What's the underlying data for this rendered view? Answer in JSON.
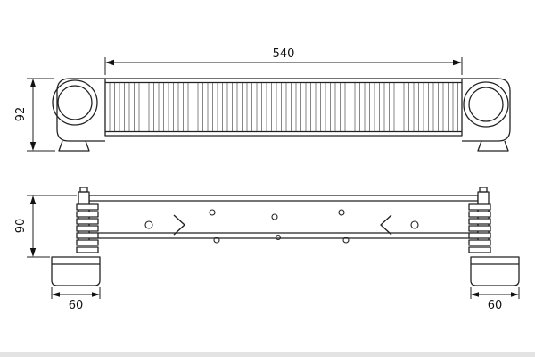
{
  "drawing": {
    "dims": {
      "overall_width": "540",
      "front_height": "92",
      "plan_height": "90",
      "left_outlet_width": "60",
      "right_outlet_width": "60"
    }
  }
}
